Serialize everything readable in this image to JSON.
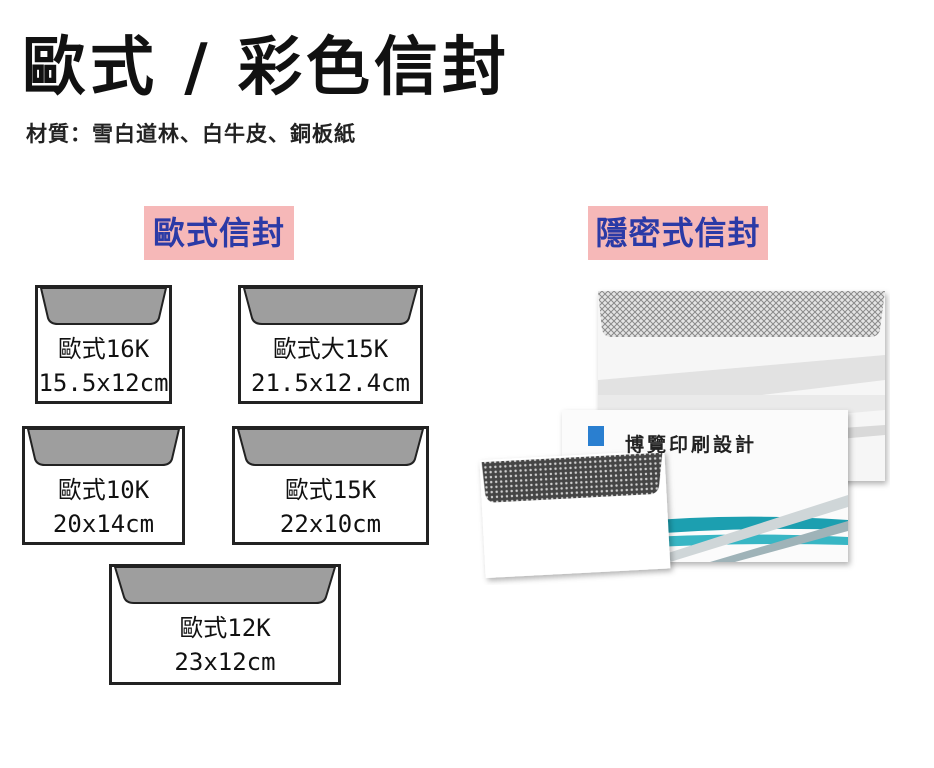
{
  "page": {
    "title": "歐式 / 彩色信封",
    "subtitle": "材質：雪白道林、白牛皮、銅板紙"
  },
  "sections": {
    "euro": {
      "label": "歐式信封"
    },
    "concealed": {
      "label": "隱密式信封"
    }
  },
  "envelopes": [
    {
      "name": "歐式16K",
      "size": "15.5x12cm"
    },
    {
      "name": "歐式大15K",
      "size": "21.5x12.4cm"
    },
    {
      "name": "歐式10K",
      "size": "20x14cm"
    },
    {
      "name": "歐式15K",
      "size": "22x10cm"
    },
    {
      "name": "歐式12K",
      "size": "23x12cm"
    }
  ],
  "photo": {
    "brand_text": "博覽印刷設計"
  },
  "colors": {
    "label_bg": "#f6b8b8",
    "label_text": "#2b3aa6",
    "flap_gray": "#9e9e9e",
    "accent_teal": "#1e9fb0"
  }
}
